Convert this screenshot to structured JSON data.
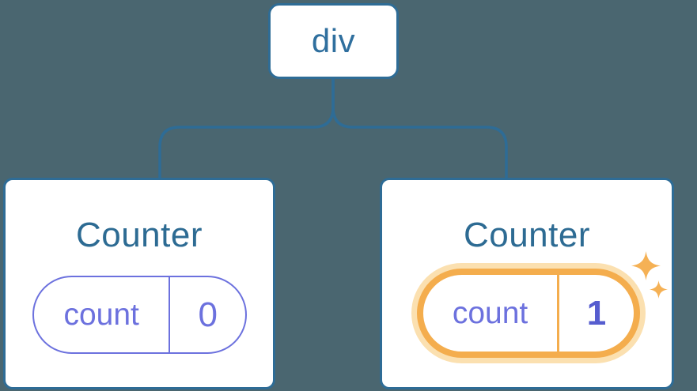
{
  "diagram": {
    "root": {
      "label": "div"
    },
    "children": [
      {
        "title": "Counter",
        "state_name": "count",
        "state_value": "0",
        "highlighted": false
      },
      {
        "title": "Counter",
        "state_name": "count",
        "state_value": "1",
        "highlighted": true
      }
    ],
    "colors": {
      "background": "#4a6670",
      "card_background": "#ffffff",
      "node_border_blue": "#2e6c96",
      "node_text_blue": "#2f6f9e",
      "title_text_blue": "#2d6b93",
      "state_purple": "#6c71de",
      "state_value_bold_purple": "#565dcf",
      "highlight_orange": "#f4ad4d",
      "highlight_glow_orange": "#fbe0b0",
      "sparkle_orange": "#f5b155"
    }
  }
}
